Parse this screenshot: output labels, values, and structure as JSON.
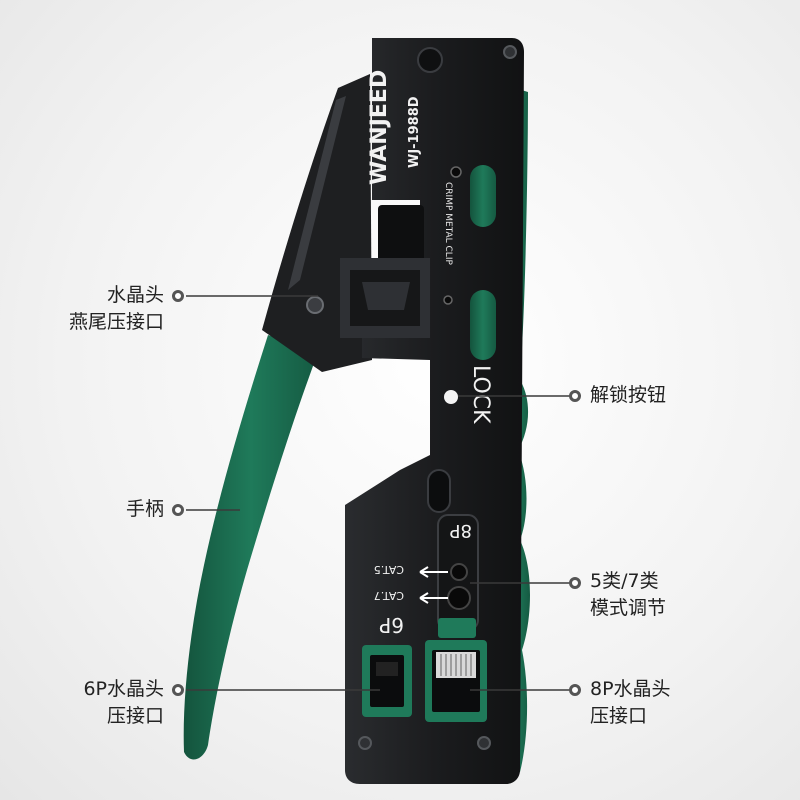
{
  "tool": {
    "brand": "WANJEED",
    "model": "WJ-1988D",
    "clip_label": "CRIMP METAL CLIP",
    "lock_label": "LOCK",
    "port_8p_label": "8P",
    "port_6p_label": "6P",
    "cat5_label": "CAT.5",
    "cat7_label": "CAT.7",
    "colors": {
      "body": "#1b1c1e",
      "green": "#1f7a5a",
      "green_dark": "#155a42",
      "edge": "#2b2d30"
    }
  },
  "callouts": {
    "crimp_tail": {
      "line1": "水晶头",
      "line2": "燕尾压接口"
    },
    "handle": {
      "line1": "手柄"
    },
    "port_6p": {
      "line1": "6P水晶头",
      "line2": "压接口"
    },
    "release_button": {
      "line1": "解锁按钮"
    },
    "mode_switch": {
      "line1": "5类/7类",
      "line2": "模式调节"
    },
    "port_8p": {
      "line1": "8P水晶头",
      "line2": "压接口"
    }
  }
}
